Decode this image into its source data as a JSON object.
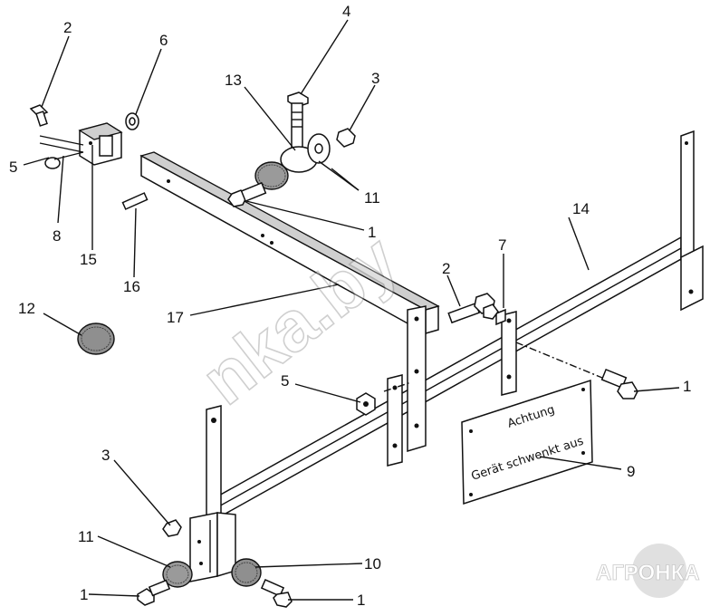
{
  "callouts": [
    {
      "id": "c2a",
      "text": "2"
    },
    {
      "id": "c6",
      "text": "6"
    },
    {
      "id": "c4",
      "text": "4"
    },
    {
      "id": "c13",
      "text": "13"
    },
    {
      "id": "c3a",
      "text": "3"
    },
    {
      "id": "c5a",
      "text": "5"
    },
    {
      "id": "c8",
      "text": "8"
    },
    {
      "id": "c15",
      "text": "15"
    },
    {
      "id": "c11a",
      "text": "11"
    },
    {
      "id": "c1a",
      "text": "1"
    },
    {
      "id": "c16",
      "text": "16"
    },
    {
      "id": "c14",
      "text": "14"
    },
    {
      "id": "c7",
      "text": "7"
    },
    {
      "id": "c2b",
      "text": "2"
    },
    {
      "id": "c12",
      "text": "12"
    },
    {
      "id": "c17",
      "text": "17"
    },
    {
      "id": "c5b",
      "text": "5"
    },
    {
      "id": "c1b",
      "text": "1"
    },
    {
      "id": "c9",
      "text": "9"
    },
    {
      "id": "c3b",
      "text": "3"
    },
    {
      "id": "c11b",
      "text": "11"
    },
    {
      "id": "c10",
      "text": "10"
    },
    {
      "id": "c1c",
      "text": "1"
    },
    {
      "id": "c1d",
      "text": "1"
    }
  ],
  "plate": {
    "line1": "Achtung",
    "line2": "Gerät schwenkt aus"
  },
  "watermark": {
    "text": "nka.by",
    "logo": "АГРОНКА"
  }
}
